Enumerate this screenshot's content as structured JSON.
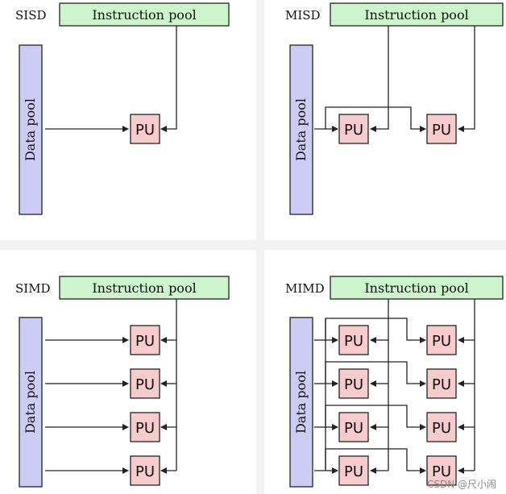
{
  "colors": {
    "instruction_pool_fill": "#ccf5cc",
    "data_pool_fill": "#ccccf5",
    "pu_fill": "#f8cccc",
    "stroke": "#222222",
    "background": "#f2f2f2"
  },
  "labels": {
    "instruction_pool": "Instruction pool",
    "data_pool": "Data pool",
    "pu": "PU"
  },
  "panels": [
    {
      "id": "sisd",
      "title": "SISD",
      "pu_rows": 1,
      "pu_cols": 1
    },
    {
      "id": "misd",
      "title": "MISD",
      "pu_rows": 1,
      "pu_cols": 2
    },
    {
      "id": "simd",
      "title": "SIMD",
      "pu_rows": 4,
      "pu_cols": 1
    },
    {
      "id": "mimd",
      "title": "MIMD",
      "pu_rows": 4,
      "pu_cols": 2
    }
  ],
  "watermark": "CSDN @尺小闹"
}
